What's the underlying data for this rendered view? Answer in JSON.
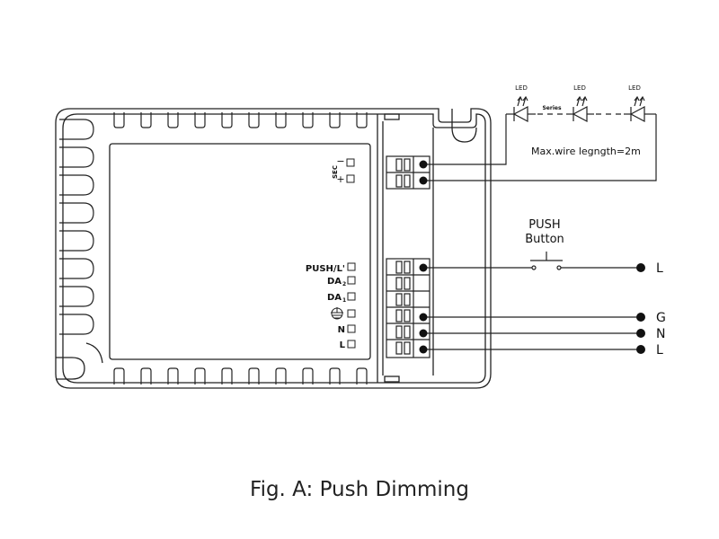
{
  "figure": {
    "caption": "Fig. A: Push Dimming"
  },
  "led_section": {
    "led_labels": [
      "LED",
      "LED",
      "LED"
    ],
    "series_label": "Series",
    "max_wire_note": "Max.wire legngth=2m"
  },
  "driver": {
    "sec_label": "SEC",
    "sec_minus": "−",
    "sec_plus": "+",
    "terminals": {
      "push": "PUSH/L'",
      "da2_main": "DA",
      "da2_sub": "2",
      "da1_main": "DA",
      "da1_sub": "1",
      "n": "N",
      "l": "L"
    }
  },
  "push_button": {
    "label_line1": "PUSH",
    "label_line2": "Button"
  },
  "mains": {
    "push_line": "L",
    "g": "G",
    "n": "N",
    "l": "L"
  }
}
